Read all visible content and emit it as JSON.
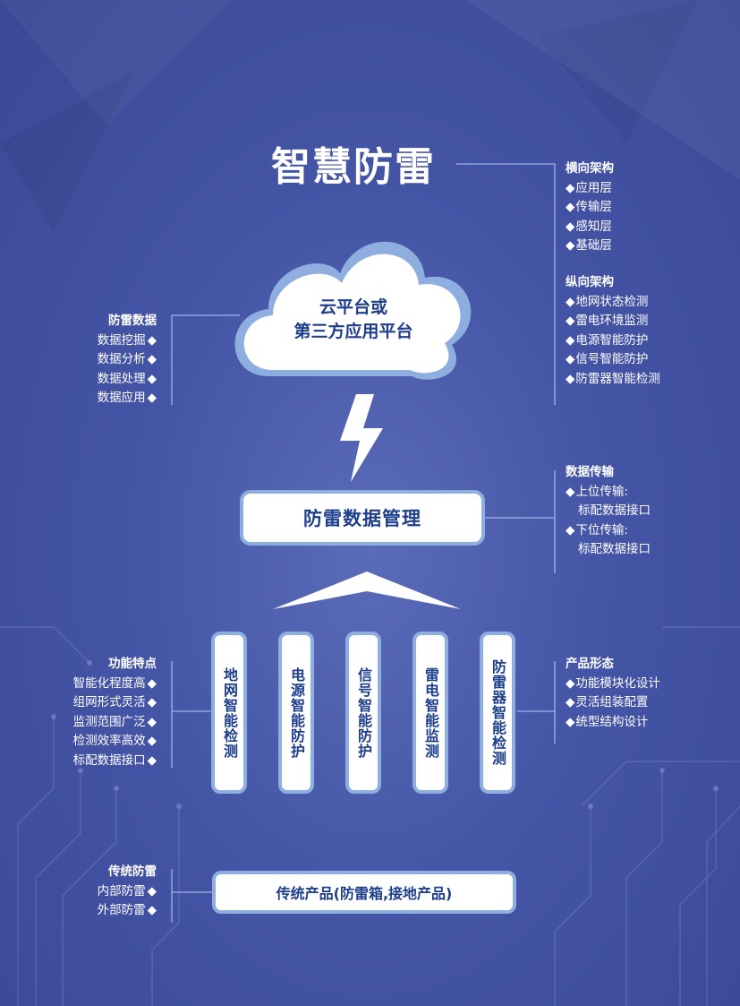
{
  "title": "智慧防雷",
  "cloud": {
    "text": "云平台或\n第三方应用平台"
  },
  "management": {
    "label": "防雷数据管理"
  },
  "pillars": [
    "地网智能检测",
    "电源智能防护",
    "信号智能防护",
    "雷电智能监测",
    "防雷器智能检测"
  ],
  "traditional_box": {
    "label": "传统产品(防雷箱,接地产品)"
  },
  "horizontal_arch": {
    "title": "横向架构",
    "items": [
      "应用层",
      "传输层",
      "感知层",
      "基础层"
    ]
  },
  "vertical_arch": {
    "title": "纵向架构",
    "items": [
      "地网状态检测",
      "雷电环境监测",
      "电源智能防护",
      "信号智能防护",
      "防雷器智能检测"
    ]
  },
  "lightning_data": {
    "title": "防雷数据",
    "items": [
      "数据挖掘",
      "数据分析",
      "数据处理",
      "数据应用"
    ]
  },
  "data_transfer": {
    "title": "数据传输",
    "items": [
      {
        "label": "上位传输:",
        "sub": "标配数据接口"
      },
      {
        "label": "下位传输:",
        "sub": "标配数据接口"
      }
    ]
  },
  "features": {
    "title": "功能特点",
    "items": [
      "智能化程度高",
      "组网形式灵活",
      "监测范围广泛",
      "检测效率高效",
      "标配数据接口"
    ]
  },
  "product_form": {
    "title": "产品形态",
    "items": [
      "功能模块化设计",
      "灵活组装配置",
      "统型结构设计"
    ]
  },
  "traditional": {
    "title": "传统防雷",
    "items": [
      "内部防雷",
      "外部防雷"
    ]
  },
  "colors": {
    "background": "#4555a6",
    "box_border": "#8eaee0",
    "box_text": "#1e3e8c"
  }
}
